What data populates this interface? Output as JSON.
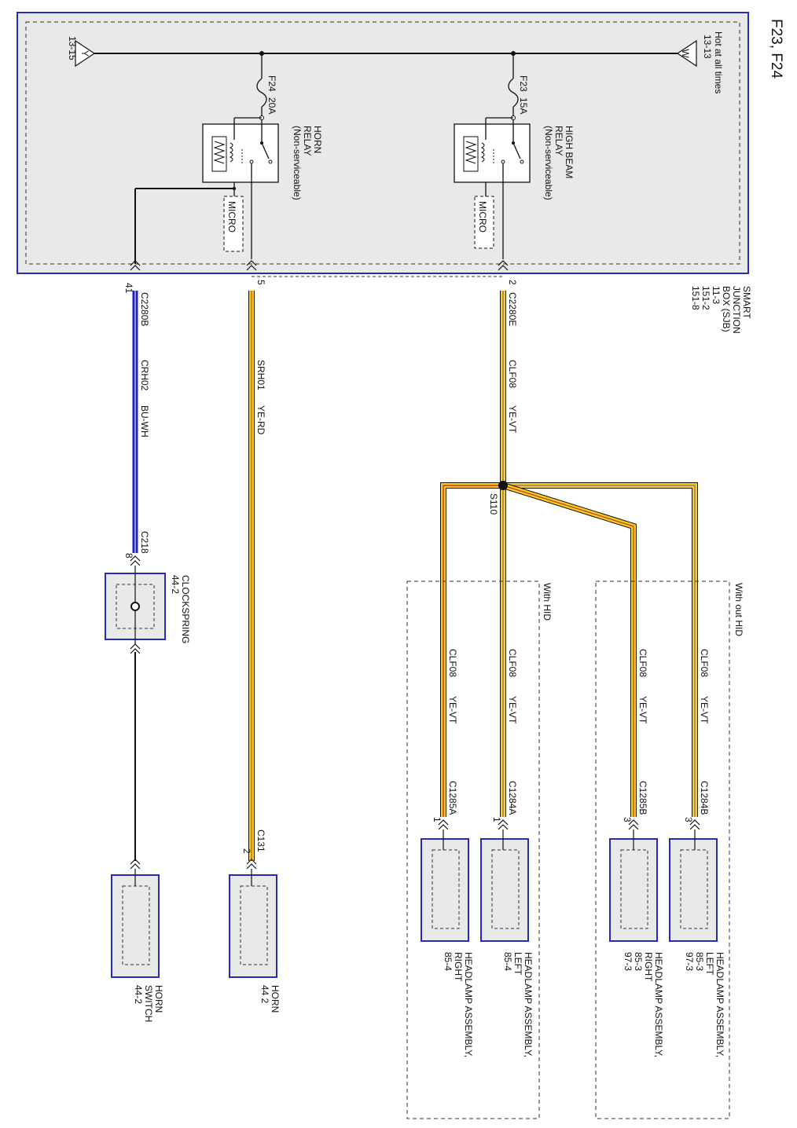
{
  "page_title": "F23, F24",
  "sjb": {
    "name_lines": [
      "SMART",
      "JUNCTION",
      "BOX (SJB)",
      "11-3",
      "151-2",
      "151-8"
    ],
    "hot_at_all_times": "Hot at all times",
    "power_ref": "13-13",
    "power_symbol": "W",
    "ground_ref": "13-15",
    "ground_symbol": "Y",
    "fuse_f23": {
      "name": "F23",
      "rating": "15A"
    },
    "fuse_f24": {
      "name": "F24",
      "rating": "20A"
    },
    "high_beam_relay": [
      "HIGH BEAM",
      "RELAY",
      "(Non-serviceable)"
    ],
    "horn_relay": [
      "HORN",
      "RELAY",
      "(Non-serviceable)"
    ],
    "micro": "MICRO"
  },
  "connectors": {
    "c2280e": "C2280E",
    "c2280e_pin": "2",
    "c2280b": "C2280B",
    "c2280b_pin": "41",
    "horn_pin": "5",
    "c218": "C218",
    "c218_pin": "8",
    "c131": "C131",
    "c131_pin": "2",
    "c1284b": "C1284B",
    "c1284b_pin": "3",
    "c1285b": "C1285B",
    "c1285b_pin": "3",
    "c1284a": "C1284A",
    "c1284a_pin": "1",
    "c1285a": "C1285A",
    "c1285a_pin": "1"
  },
  "wires": {
    "clf08": "CLF08",
    "ye_vt": "YE-VT",
    "srh01": "SRH01",
    "ye_rd": "YE-RD",
    "crh02": "CRH02",
    "bu_wh": "BU-WH"
  },
  "splice": "S110",
  "groups": {
    "without_hid": "With out HID",
    "with_hid": "With HID"
  },
  "components": {
    "clockspring": [
      "CLOCKSPRING",
      "44-2"
    ],
    "horn": [
      "HORN",
      "44 2"
    ],
    "horn_switch": [
      "HORN",
      "SWITCH",
      "44-2"
    ],
    "hl_left_nohid": [
      "HEADLAMP ASSEMBLY,",
      "LEFT",
      "85-3",
      "97-3"
    ],
    "hl_right_nohid": [
      "HEADLAMP ASSEMBLY,",
      "RIGHT",
      "85-3",
      "97-3"
    ],
    "hl_left_hid": [
      "HEADLAMP ASSEMBLY,",
      "LEFT",
      "85-4"
    ],
    "hl_right_hid": [
      "HEADLAMP ASSEMBLY,",
      "RIGHT",
      "85-4"
    ]
  },
  "colors": {
    "blue_frame": "#2a2ab8",
    "box_fill": "#e9e9e9",
    "yellow": "#f1d21c",
    "violet": "#9a5ab0",
    "red": "#e0281e",
    "blue_wire": "#2222bb"
  }
}
